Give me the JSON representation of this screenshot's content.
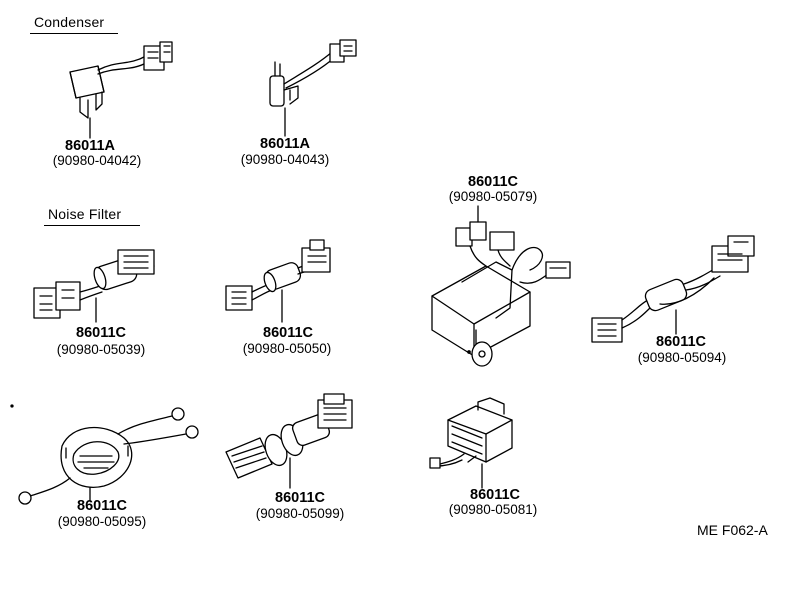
{
  "sections": {
    "condenser": "Condenser",
    "noise_filter": "Noise Filter"
  },
  "parts": [
    {
      "id": "condenser-a",
      "number": "86011A",
      "code": "(90980-04042)"
    },
    {
      "id": "condenser-b",
      "number": "86011A",
      "code": "(90980-04043)"
    },
    {
      "id": "filter-05079",
      "number": "86011C",
      "code": "(90980-05079)"
    },
    {
      "id": "filter-05039",
      "number": "86011C",
      "code": "(90980-05039)"
    },
    {
      "id": "filter-05050",
      "number": "86011C",
      "code": "(90980-05050)"
    },
    {
      "id": "filter-05094",
      "number": "86011C",
      "code": "(90980-05094)"
    },
    {
      "id": "filter-05095",
      "number": "86011C",
      "code": "(90980-05095)"
    },
    {
      "id": "filter-05099",
      "number": "86011C",
      "code": "(90980-05099)"
    },
    {
      "id": "filter-05081",
      "number": "86011C",
      "code": "(90980-05081)"
    }
  ],
  "reference": "ME F062-A"
}
